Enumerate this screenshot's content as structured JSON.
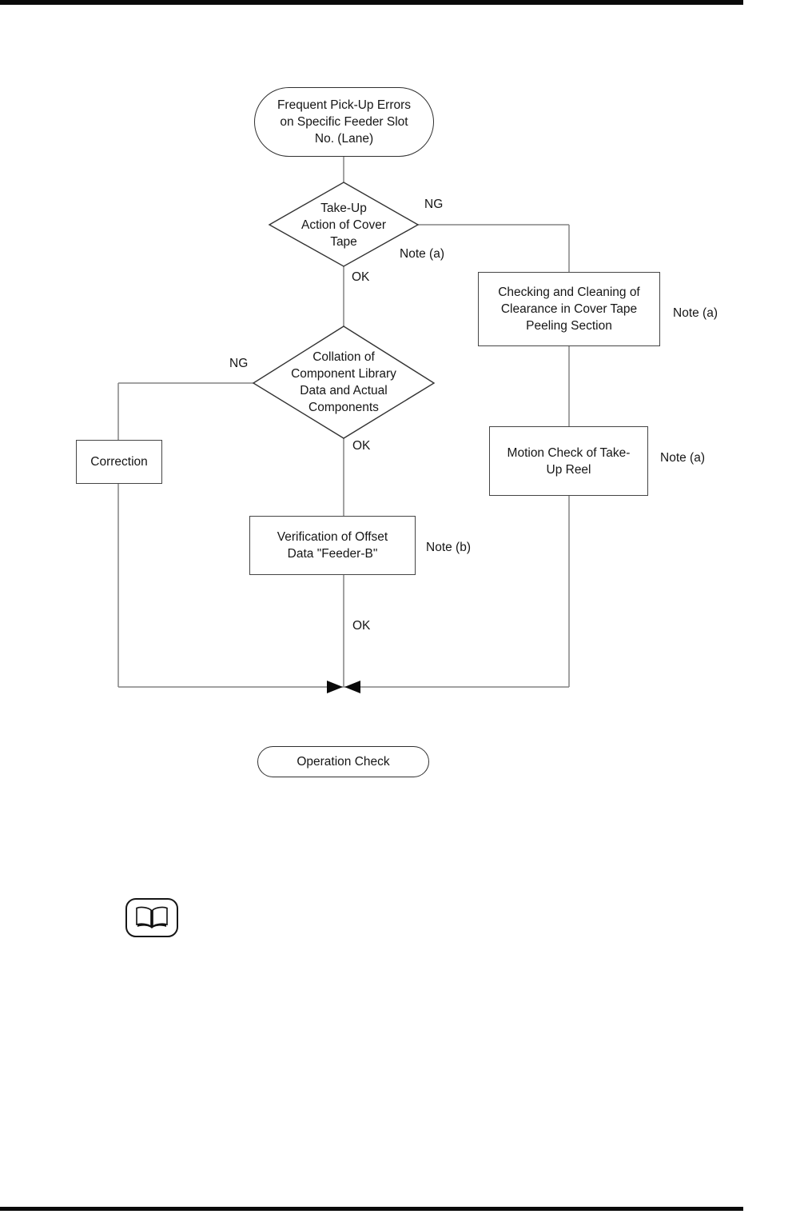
{
  "flowchart": {
    "start": "Frequent Pick-Up Errors\non Specific Feeder Slot\nNo. (Lane)",
    "decision_take_up": "Take-Up\nAction of Cover\nTape",
    "decision_collation": "Collation of\nComponent Library\nData and Actual\nComponents",
    "proc_checking": "Checking and Cleaning of\nClearance in Cover Tape\nPeeling Section",
    "proc_motion": "Motion Check of Take-\nUp Reel",
    "proc_correction": "Correction",
    "proc_verification": "Verification of Offset\nData \"Feeder-B\"",
    "end": "Operation Check",
    "labels": {
      "ng_take_up": "NG",
      "note_take_up": "Note (a)",
      "ok_take_up": "OK",
      "ng_collation": "NG",
      "ok_collation": "OK",
      "note_checking": "Note (a)",
      "note_motion": "Note (a)",
      "note_verification": "Note (b)",
      "ok_verification": "OK"
    },
    "colors": {
      "connector": "#848484",
      "shape_border": "#454545",
      "arrow": "#0a0a0a",
      "text": "#161616"
    }
  },
  "icons": {
    "book": "open-book-icon"
  }
}
